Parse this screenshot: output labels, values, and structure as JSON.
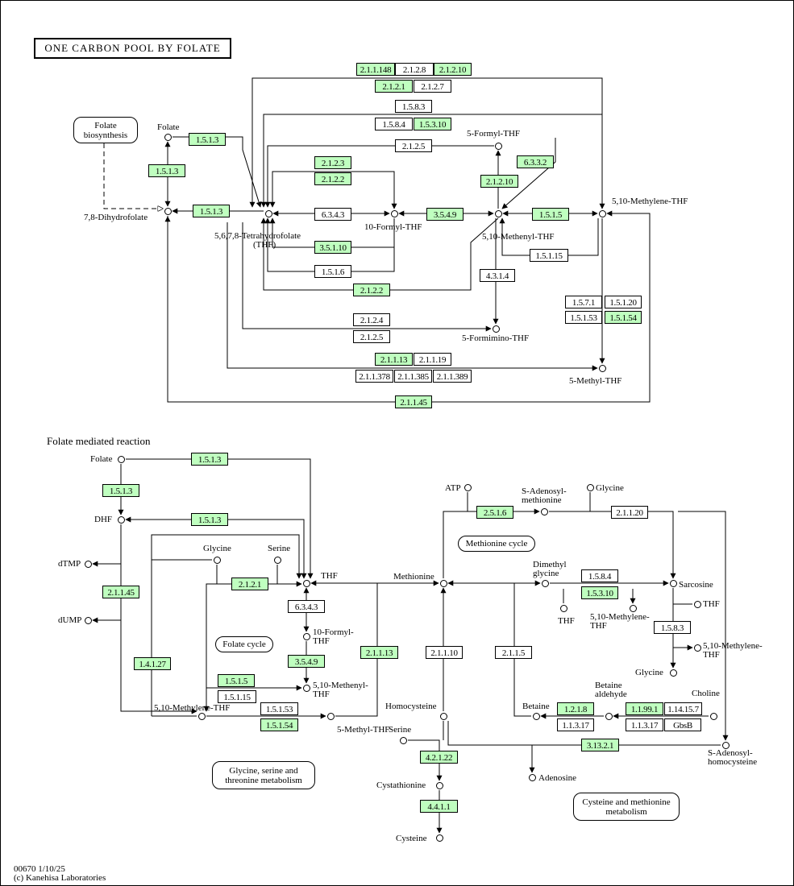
{
  "title": "ONE CARBON POOL BY FOLATE",
  "subtitle": "Folate mediated reaction",
  "footer": {
    "id_date": "00670 1/10/25",
    "copyright": "(c) Kanehisa Laboratories"
  },
  "colors": {
    "present_enzyme": "#bfffbf",
    "absent_enzyme": "#ffffff",
    "line": "#000000"
  },
  "enzymes": [
    {
      "label": "2.1.1.148",
      "present": true
    },
    {
      "label": "2.1.2.8",
      "present": false
    },
    {
      "label": "2.1.2.10",
      "present": true
    },
    {
      "label": "2.1.2.1",
      "present": true
    },
    {
      "label": "2.1.2.7",
      "present": false
    },
    {
      "label": "1.5.8.3",
      "present": false
    },
    {
      "label": "1.5.8.4",
      "present": false
    },
    {
      "label": "1.5.3.10",
      "present": true
    },
    {
      "label": "2.1.2.5",
      "present": false
    },
    {
      "label": "1.5.1.3",
      "present": true
    },
    {
      "label": "1.5.1.3",
      "present": true
    },
    {
      "label": "1.5.1.3",
      "present": true
    },
    {
      "label": "2.1.2.3",
      "present": true
    },
    {
      "label": "2.1.2.2",
      "present": true
    },
    {
      "label": "6.3.4.3",
      "present": false
    },
    {
      "label": "3.5.4.9",
      "present": true
    },
    {
      "label": "2.1.2.10",
      "present": true
    },
    {
      "label": "6.3.3.2",
      "present": true
    },
    {
      "label": "1.5.1.5",
      "present": true
    },
    {
      "label": "3.5.1.10",
      "present": true
    },
    {
      "label": "1.5.1.6",
      "present": false
    },
    {
      "label": "2.1.2.2",
      "present": true
    },
    {
      "label": "1.5.1.15",
      "present": false
    },
    {
      "label": "4.3.1.4",
      "present": false
    },
    {
      "label": "2.1.2.4",
      "present": false
    },
    {
      "label": "2.1.2.5",
      "present": false
    },
    {
      "label": "1.5.7.1",
      "present": false
    },
    {
      "label": "1.5.1.20",
      "present": false
    },
    {
      "label": "1.5.1.53",
      "present": false
    },
    {
      "label": "1.5.1.54",
      "present": true
    },
    {
      "label": "2.1.1.13",
      "present": true
    },
    {
      "label": "2.1.1.19",
      "present": false
    },
    {
      "label": "2.1.1.378",
      "present": false
    },
    {
      "label": "2.1.1.385",
      "present": false
    },
    {
      "label": "2.1.1.389",
      "present": false
    },
    {
      "label": "2.1.1.45",
      "present": true
    },
    {
      "label": "1.5.1.3",
      "present": true
    },
    {
      "label": "1.5.1.3",
      "present": true
    },
    {
      "label": "1.5.1.3",
      "present": true
    },
    {
      "label": "2.1.1.45",
      "present": true
    },
    {
      "label": "1.4.1.27",
      "present": true
    },
    {
      "label": "2.1.2.1",
      "present": true
    },
    {
      "label": "6.3.4.3",
      "present": false
    },
    {
      "label": "3.5.4.9",
      "present": true
    },
    {
      "label": "1.5.1.5",
      "present": true
    },
    {
      "label": "1.5.1.15",
      "present": false
    },
    {
      "label": "1.5.1.53",
      "present": false
    },
    {
      "label": "1.5.1.54",
      "present": true
    },
    {
      "label": "2.1.1.13",
      "present": true
    },
    {
      "label": "2.5.1.6",
      "present": true
    },
    {
      "label": "2.1.1.20",
      "present": false
    },
    {
      "label": "1.5.8.4",
      "present": false
    },
    {
      "label": "1.5.3.10",
      "present": true
    },
    {
      "label": "1.5.8.3",
      "present": false
    },
    {
      "label": "2.1.1.10",
      "present": false
    },
    {
      "label": "2.1.1.5",
      "present": false
    },
    {
      "label": "1.2.1.8",
      "present": true
    },
    {
      "label": "1.1.3.17",
      "present": false
    },
    {
      "label": "1.1.99.1",
      "present": true
    },
    {
      "label": "1.14.15.7",
      "present": false
    },
    {
      "label": "1.1.3.17",
      "present": false
    },
    {
      "label": "GbsB",
      "present": false
    },
    {
      "label": "3.13.2.1",
      "present": true
    },
    {
      "label": "4.2.1.22",
      "present": true
    },
    {
      "label": "4.4.1.1",
      "present": true
    }
  ],
  "compounds": [
    "Folate",
    "7,8-Dihydrofolate",
    "5,6,7,8-Tetrahydrofolate",
    "(THF)",
    "10-Formyl-THF",
    "5-Formyl-THF",
    "5,10-Methenyl-THF",
    "5,10-Methylene-THF",
    "5-Formimino-THF",
    "5-Methyl-THF",
    "Folate",
    "DHF",
    "dTMP",
    "dUMP",
    "Glycine",
    "Serine",
    "THF",
    "10-Formyl-",
    "THF",
    "5,10-Methenyl-",
    "THF",
    "5,10-Methylene-THF",
    "5-Methyl-THF",
    "Methionine",
    "ATP",
    "S-Adenosyl-",
    "methionine",
    "Glycine",
    "Dimethyl",
    "glycine",
    "Sarcosine",
    "THF",
    "THF",
    "5,10-Methylene-",
    "THF",
    "5,10-Methylene-",
    "THF",
    "Glycine",
    "Homocysteine",
    "Betaine",
    "Betaine",
    "aldehyde",
    "Choline",
    "Serine",
    "S-Adenosyl-",
    "homocysteine",
    "Adenosine",
    "Cystathionine",
    "Cysteine"
  ],
  "maps": [
    "Folate biosynthesis",
    "Methionine cycle",
    "Folate cycle",
    "Glycine, serine and threonine metabolism",
    "Cysteine and methionine metabolism"
  ]
}
